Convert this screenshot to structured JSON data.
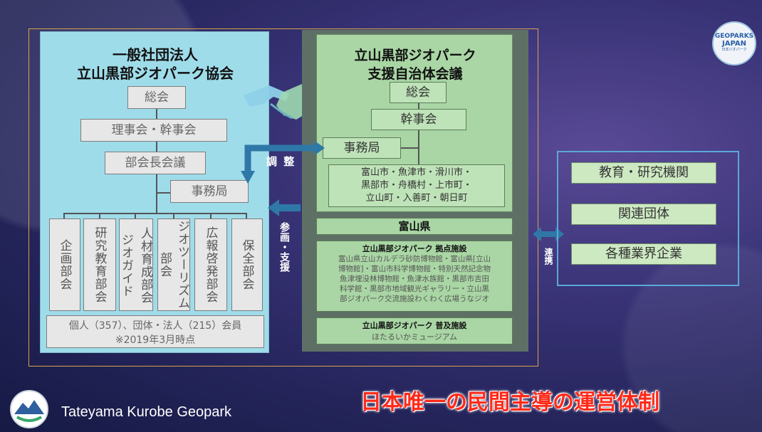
{
  "left": {
    "title1": "一般社団法人",
    "title2": "立山黒部ジオパーク協会",
    "soukai": "総会",
    "rijikai": "理事会・幹事会",
    "bukaicho": "部会長会議",
    "jimukyoku": "事務局",
    "bukai": [
      "企画部会",
      "研究教育部会",
      "人材育成部会",
      "ジオガイド",
      "ジオツーリズム部会",
      "広報啓発部会",
      "保全部会"
    ],
    "members": "個人（357）、団体・法人（215）会員",
    "members_date": "※2019年3月時点"
  },
  "right": {
    "title1": "立山黒部ジオパーク",
    "title2": "支援自治体会議",
    "soukai": "総会",
    "kanjikai": "幹事会",
    "jimukyoku": "事務局",
    "cities1": "富山市・魚津市・滑川市・",
    "cities2": "黒部市・舟橋村・上市町・",
    "cities3": "立山町・入善町・朝日町",
    "prefecture": "富山県",
    "base_title": "立山黒部ジオパーク 拠点施設",
    "base_text1": "富山県立山カルデラ砂防博物館・富山県[立山",
    "base_text2": "博物館]・富山市科学博物館・特別天然記念物",
    "base_text3": "魚津埋没林博物館・魚津水族館・黒部市吉田",
    "base_text4": "科学館・黒部市地域観光ギャラリー・立山黒",
    "base_text5": "部ジオパーク交流施設わくわく広場うなジオ",
    "spread_title": "立山黒部ジオパーク 普及施設",
    "spread_text": "ほたるいかミュージアム"
  },
  "labels": {
    "chousei": "調 整",
    "sankaku": "参画・支援",
    "renkei": "連携"
  },
  "side": {
    "items": [
      "教育・研究機関",
      "関連団体",
      "各種業界企業"
    ]
  },
  "footer": {
    "brand": "Tateyama Kurobe Geopark",
    "slogan": "日本唯一の民間主導の運営体制"
  },
  "logo": {
    "line1": "GEOPARKS",
    "line2": "JAPAN",
    "line3": "日本ジオパーク"
  },
  "colors": {
    "left_panel": "#9fdcea",
    "right_panel": "#a9d6a4",
    "arrow": "#2e78a8",
    "slogan": "#ff2a1a"
  }
}
